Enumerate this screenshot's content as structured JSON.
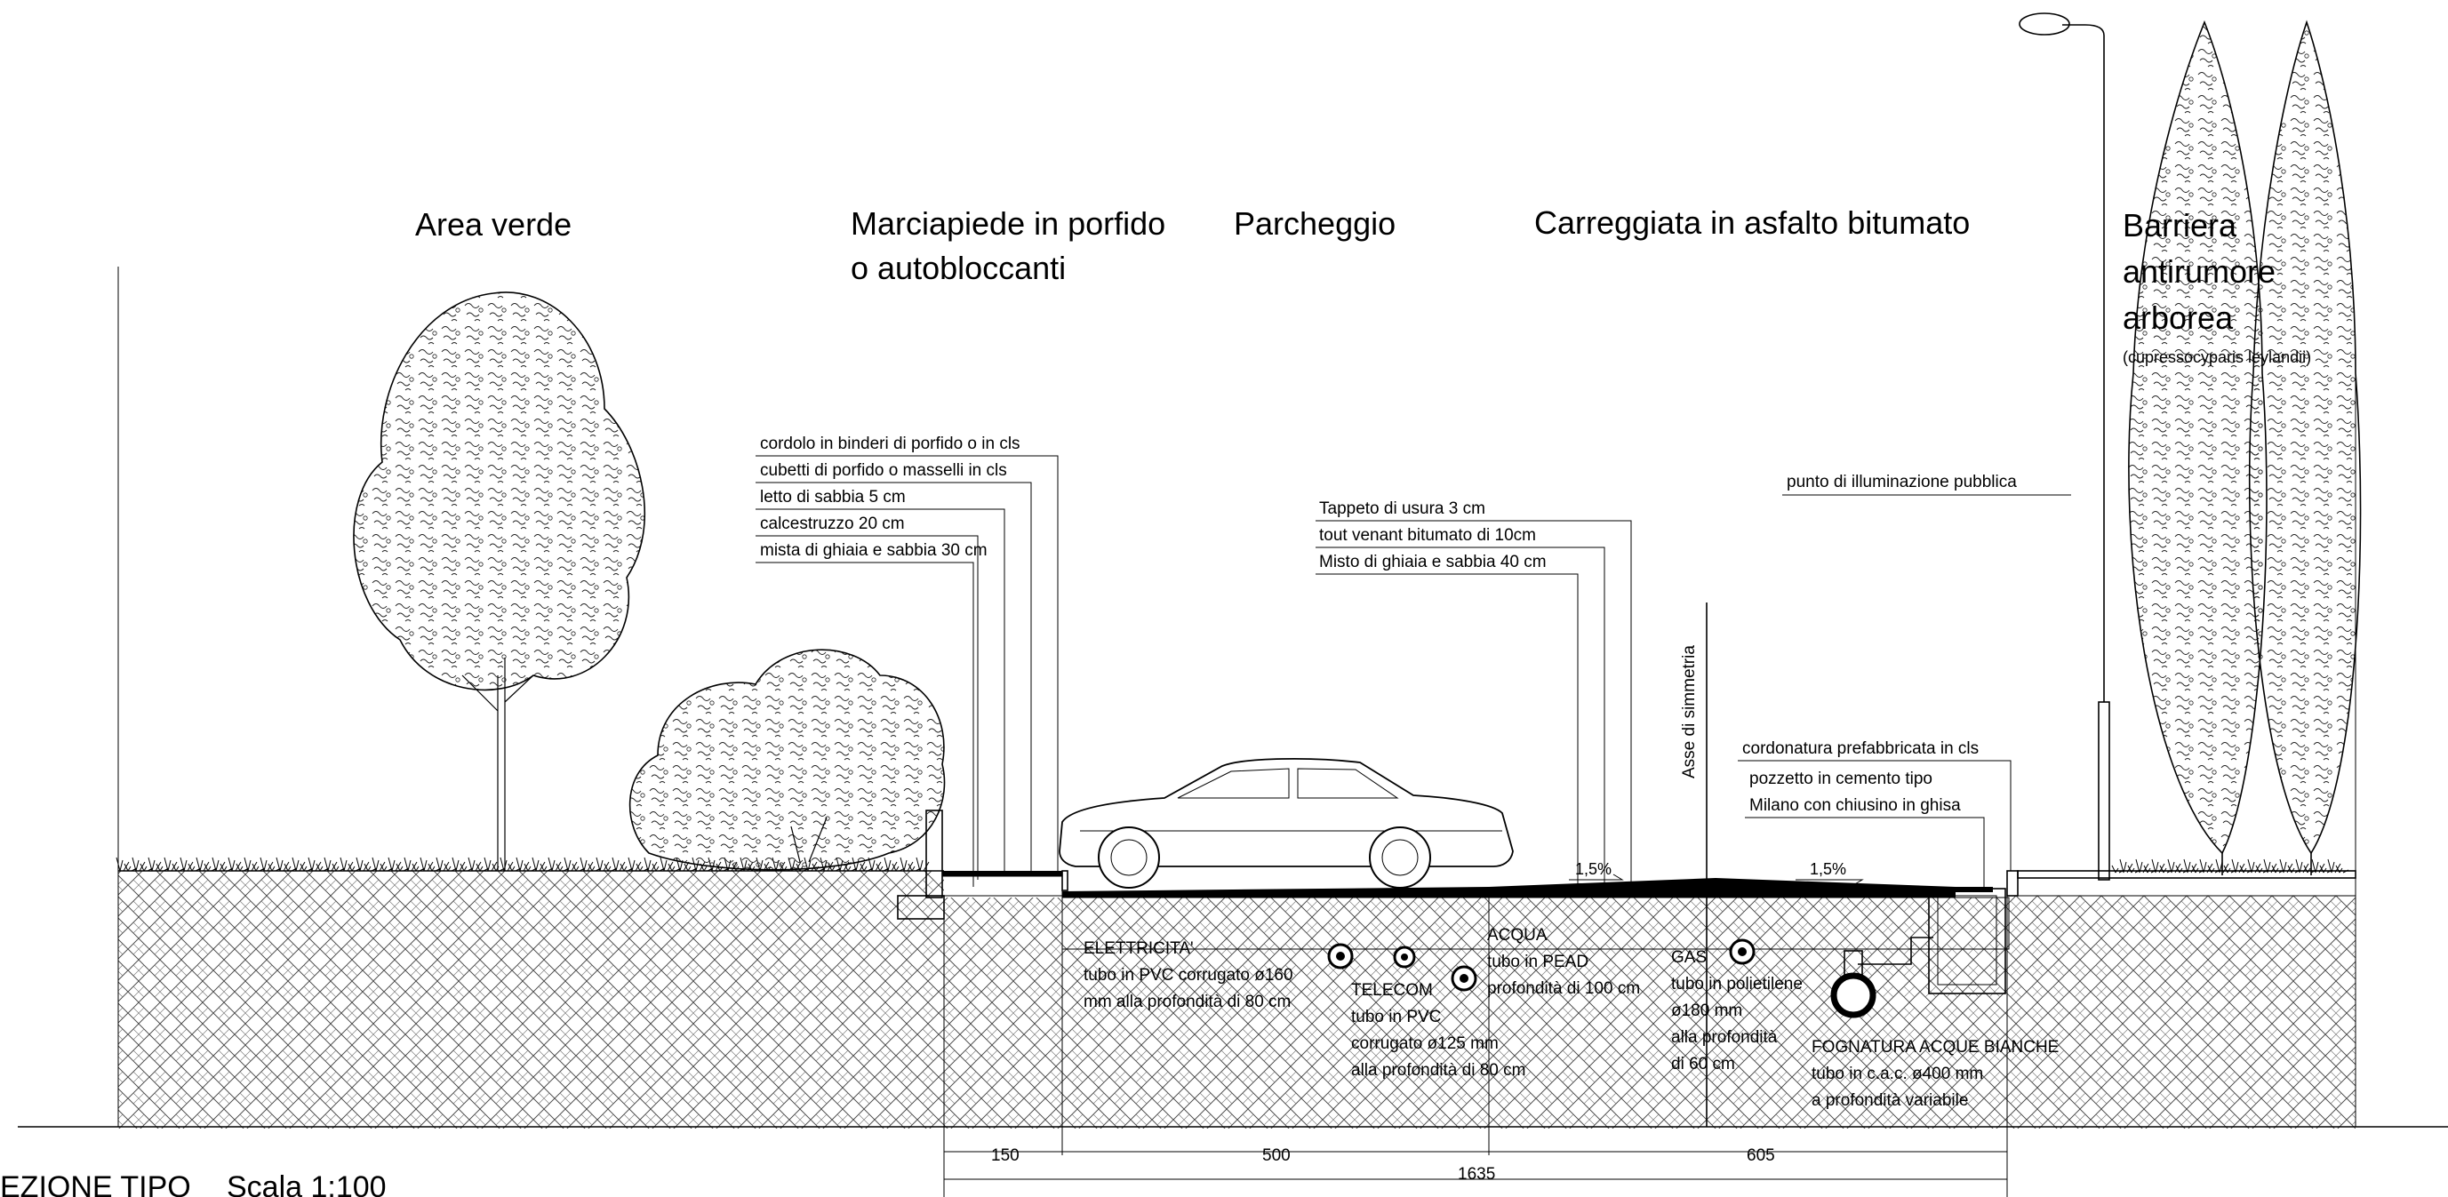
{
  "zones": {
    "area_verde": "Area verde",
    "marciapiede_1": "Marciapiede in porfido",
    "marciapiede_2": "o autobloccanti",
    "parcheggio": "Parcheggio",
    "carreggiata": "Carreggiata in asfalto bitumato",
    "barriera_1": "Barriera",
    "barriera_2": "antirumore",
    "barriera_3": "arborea",
    "barriera_species": "(cupressocyparis leylandii)"
  },
  "sidewalk_layers": [
    "cordolo in binderi di porfido o in cls",
    "cubetti di porfido o masselli in cls",
    "letto di sabbia 5 cm",
    "calcestruzzo 20 cm",
    "mista di ghiaia e sabbia 30 cm"
  ],
  "road_layers": [
    "Tappeto di usura 3 cm",
    "tout venant bitumato di 10cm",
    "Misto di ghiaia e sabbia 40 cm"
  ],
  "lighting": "punto di illuminazione pubblica",
  "axis": "Asse di simmetria",
  "curb": "cordonatura prefabbricata in cls",
  "manhole_1": "pozzetto in cemento tipo",
  "manhole_2": "Milano con chiusino in ghisa",
  "slope_left": "1,5%",
  "slope_right": "1,5%",
  "utilities": {
    "elettricita": [
      "ELETTRICITA'",
      "tubo in PVC corrugato ø160",
      "mm alla profondità di 80 cm"
    ],
    "telecom": [
      "TELECOM",
      "tubo in PVC",
      "corrugato ø125 mm",
      "alla profondità di 80 cm"
    ],
    "acqua": [
      "ACQUA",
      "tubo in PEAD",
      "profondità di 100 cm"
    ],
    "gas": [
      "GAS",
      "tubo in polietilene",
      "ø180 mm",
      "alla profondità",
      "di 60 cm"
    ],
    "fognatura": [
      "FOGNATURA ACQUE BIANCHE",
      "tubo in c.a.c. ø400 mm",
      "a profondità variabile"
    ]
  },
  "dimensions": {
    "d150": "150",
    "d500": "500",
    "d605": "605",
    "total": "1635"
  },
  "title": {
    "name": "EZIONE TIPO",
    "scale": "Scala 1:100"
  }
}
